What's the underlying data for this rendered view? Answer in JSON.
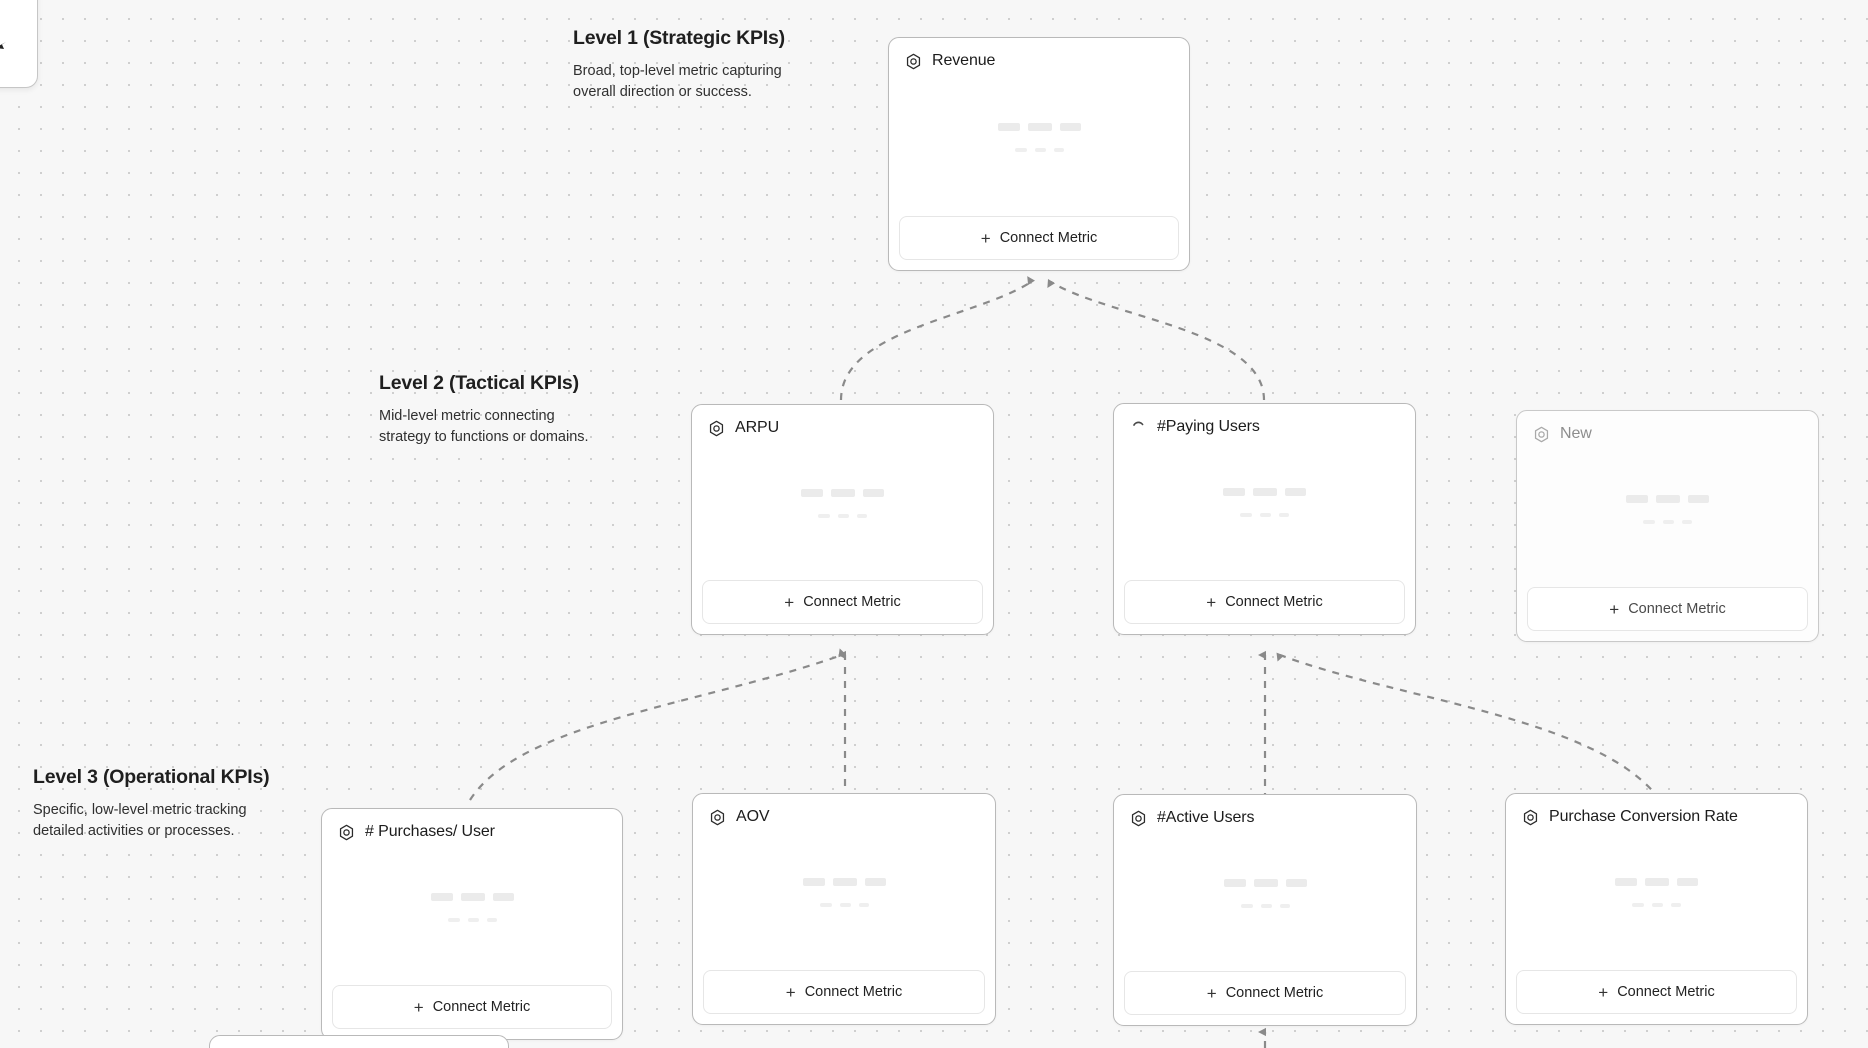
{
  "canvas": {
    "background_color": "#f7f7f7",
    "dot_color": "#cfcfcf",
    "edge_color": "#8a8a8a"
  },
  "levels": [
    {
      "id": "level-1",
      "title": "Level 1 (Strategic KPIs)",
      "description": "Broad, top-level metric capturing overall direction or success."
    },
    {
      "id": "level-2",
      "title": "Level 2 (Tactical KPIs)",
      "description": "Mid-level metric connecting strategy to functions or domains."
    },
    {
      "id": "level-3",
      "title": "Level 3 (Operational KPIs)",
      "description": "Specific, low-level metric tracking detailed activities or processes."
    }
  ],
  "connect_label": "Connect Metric",
  "plus_glyph": "+",
  "cards": {
    "revenue": {
      "title": "Revenue",
      "icon": "hexagon-metric-icon",
      "state": "normal",
      "connect_label": "Connect Metric"
    },
    "arpu": {
      "title": "ARPU",
      "icon": "hexagon-metric-icon",
      "state": "normal",
      "connect_label": "Connect Metric"
    },
    "paying": {
      "title": "#Paying Users",
      "icon": "loading-spinner-icon",
      "state": "loading",
      "connect_label": "Connect Metric"
    },
    "new": {
      "title": "New",
      "icon": "hexagon-metric-icon",
      "state": "placeholder",
      "connect_label": "Connect Metric"
    },
    "purchases": {
      "title": "# Purchases/ User",
      "icon": "hexagon-metric-icon",
      "state": "normal",
      "connect_label": "Connect Metric"
    },
    "aov": {
      "title": "AOV",
      "icon": "hexagon-metric-icon",
      "state": "normal",
      "connect_label": "Connect Metric"
    },
    "active": {
      "title": "#Active Users",
      "icon": "hexagon-metric-icon",
      "state": "normal",
      "connect_label": "Connect Metric"
    },
    "pcr": {
      "title": "Purchase Conversion Rate",
      "icon": "hexagon-metric-icon",
      "state": "normal",
      "connect_label": "Connect Metric"
    }
  }
}
